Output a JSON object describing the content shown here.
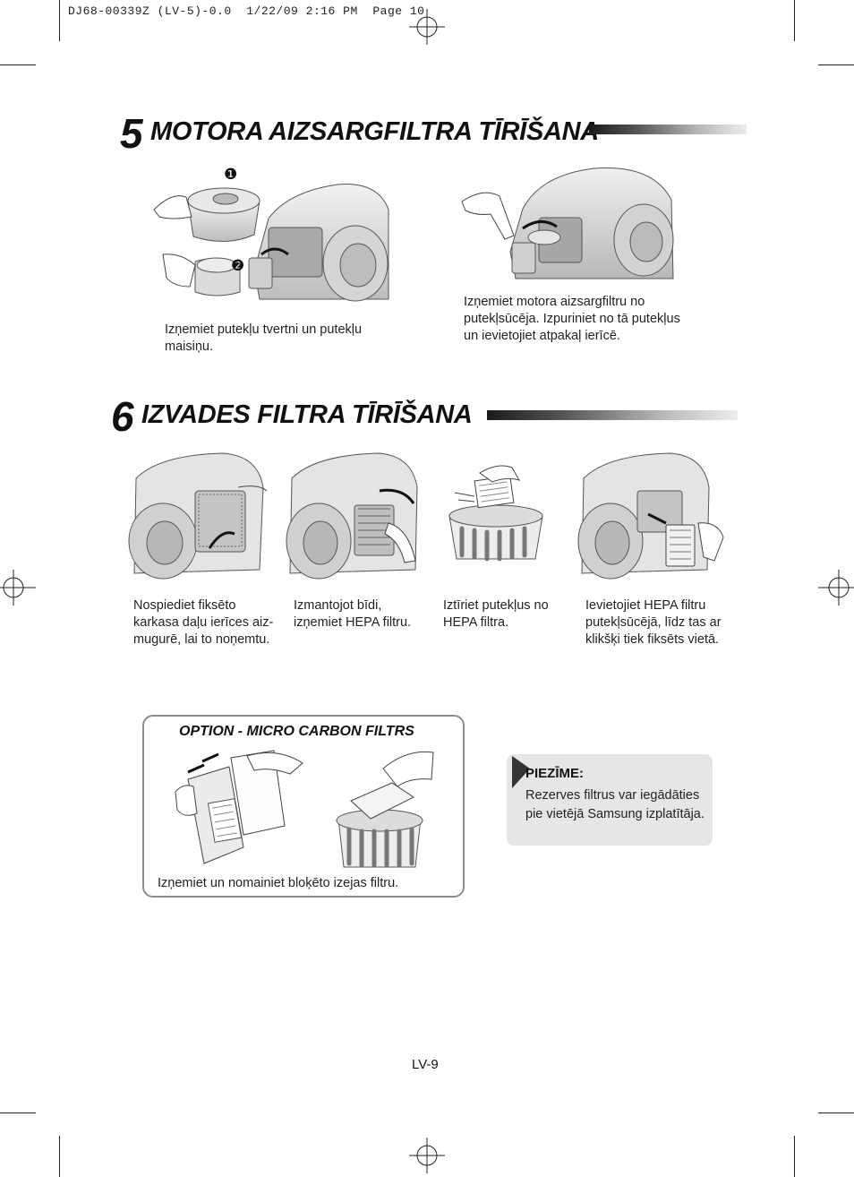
{
  "print_slug": "DJ68-00339Z (LV-5)-0.0  1/22/09 2:16 PM  Page 10",
  "section5": {
    "number": "5",
    "title": "MOTORA AIZSARGFILTRA TĪRĪŠANA",
    "step_markers": [
      "❶",
      "❷"
    ],
    "captions": [
      "Izņemiet putekļu tvertni un putekļu maisiņu.",
      "Izņemiet motora aizsargfiltru no putekļsūcēja. Izpuriniet no tā putekļus un ievietojiet atpakaļ ierīcē."
    ]
  },
  "section6": {
    "number": "6",
    "title": "IZVADES FILTRA TĪRĪŠANA",
    "captions": [
      "Nospiediet fiksēto karkasa daļu ierīces aiz- mugurē, lai to noņemtu.",
      "Izmantojot bīdi, izņemiet HEPA filtru.",
      "Iztīriet putekļus no HEPA filtra.",
      "Ievietojiet HEPA filtru putekļsūcējā, līdz tas ar klikšķi tiek fiksēts vietā."
    ]
  },
  "option": {
    "title": "OPTION - MICRO CARBON FILTRS",
    "caption": "Izņemiet un nomainiet bloķēto izejas filtru."
  },
  "note": {
    "title": "PIEZĪME:",
    "text": "Rezerves filtrus var iegādāties pie vietējā Samsung izplatītāja."
  },
  "page_number": "LV-9",
  "colors": {
    "text": "#1a1a1a",
    "note_background": "#e6e6e6",
    "box_border": "#8c8c8c",
    "bar_dark": "#1a1a1a",
    "bar_light": "#ededed"
  }
}
